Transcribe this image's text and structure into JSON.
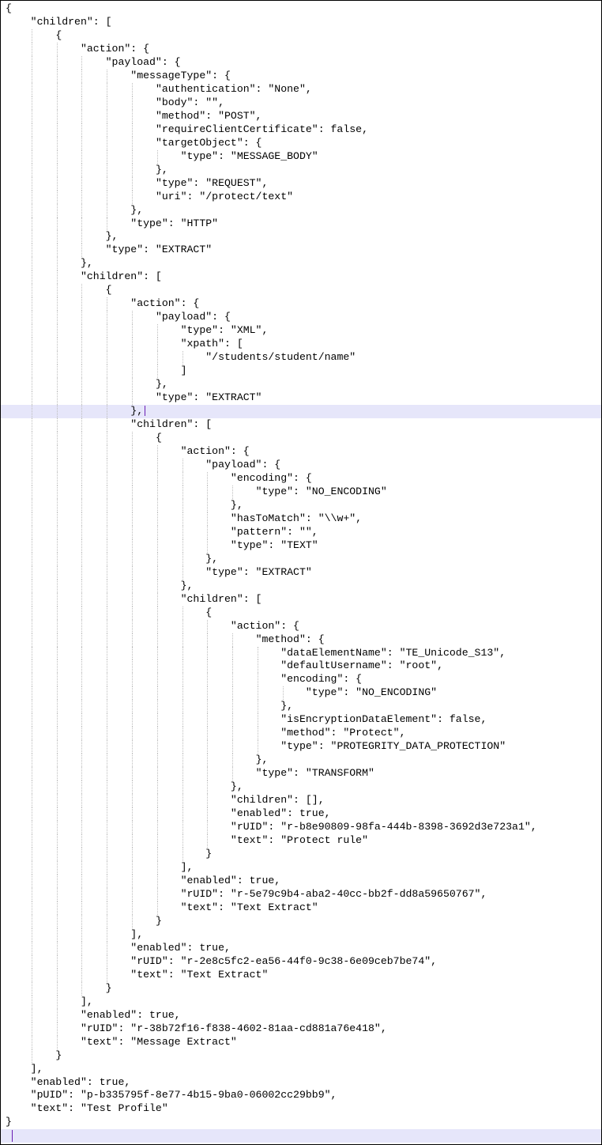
{
  "editor": {
    "highlight_color": "#e6e6fa",
    "caret_color": "#6a1cb4",
    "lines": [
      {
        "text": "{",
        "indent": 0
      },
      {
        "text": "\"children\": [",
        "indent": 1
      },
      {
        "text": "{",
        "indent": 2
      },
      {
        "text": "\"action\": {",
        "indent": 3
      },
      {
        "text": "\"payload\": {",
        "indent": 4
      },
      {
        "text": "\"messageType\": {",
        "indent": 5
      },
      {
        "text": "\"authentication\": \"None\",",
        "indent": 6
      },
      {
        "text": "\"body\": \"\",",
        "indent": 6
      },
      {
        "text": "\"method\": \"POST\",",
        "indent": 6
      },
      {
        "text": "\"requireClientCertificate\": false,",
        "indent": 6
      },
      {
        "text": "\"targetObject\": {",
        "indent": 6
      },
      {
        "text": "\"type\": \"MESSAGE_BODY\"",
        "indent": 7
      },
      {
        "text": "},",
        "indent": 6
      },
      {
        "text": "\"type\": \"REQUEST\",",
        "indent": 6
      },
      {
        "text": "\"uri\": \"/protect/text\"",
        "indent": 6
      },
      {
        "text": "},",
        "indent": 5
      },
      {
        "text": "\"type\": \"HTTP\"",
        "indent": 5
      },
      {
        "text": "},",
        "indent": 4
      },
      {
        "text": "\"type\": \"EXTRACT\"",
        "indent": 4
      },
      {
        "text": "},",
        "indent": 3
      },
      {
        "text": "\"children\": [",
        "indent": 3
      },
      {
        "text": "{",
        "indent": 4
      },
      {
        "text": "\"action\": {",
        "indent": 5
      },
      {
        "text": "\"payload\": {",
        "indent": 6
      },
      {
        "text": "\"type\": \"XML\",",
        "indent": 7
      },
      {
        "text": "\"xpath\": [",
        "indent": 7
      },
      {
        "text": "\"/students/student/name\"",
        "indent": 8
      },
      {
        "text": "]",
        "indent": 7
      },
      {
        "text": "},",
        "indent": 6
      },
      {
        "text": "\"type\": \"EXTRACT\"",
        "indent": 6
      },
      {
        "text": "},",
        "indent": 5,
        "highlight": true,
        "caret_after": true
      },
      {
        "text": "\"children\": [",
        "indent": 5
      },
      {
        "text": "{",
        "indent": 6
      },
      {
        "text": "\"action\": {",
        "indent": 7
      },
      {
        "text": "\"payload\": {",
        "indent": 8
      },
      {
        "text": "\"encoding\": {",
        "indent": 9
      },
      {
        "text": "\"type\": \"NO_ENCODING\"",
        "indent": 10
      },
      {
        "text": "},",
        "indent": 9
      },
      {
        "text": "\"hasToMatch\": \"\\\\w+\",",
        "indent": 9
      },
      {
        "text": "\"pattern\": \"\",",
        "indent": 9
      },
      {
        "text": "\"type\": \"TEXT\"",
        "indent": 9
      },
      {
        "text": "},",
        "indent": 8
      },
      {
        "text": "\"type\": \"EXTRACT\"",
        "indent": 8
      },
      {
        "text": "},",
        "indent": 7
      },
      {
        "text": "\"children\": [",
        "indent": 7
      },
      {
        "text": "{",
        "indent": 8
      },
      {
        "text": "\"action\": {",
        "indent": 9
      },
      {
        "text": "\"method\": {",
        "indent": 10
      },
      {
        "text": "\"dataElementName\": \"TE_Unicode_S13\",",
        "indent": 11
      },
      {
        "text": "\"defaultUsername\": \"root\",",
        "indent": 11
      },
      {
        "text": "\"encoding\": {",
        "indent": 11
      },
      {
        "text": "\"type\": \"NO_ENCODING\"",
        "indent": 12
      },
      {
        "text": "},",
        "indent": 11
      },
      {
        "text": "\"isEncryptionDataElement\": false,",
        "indent": 11
      },
      {
        "text": "\"method\": \"Protect\",",
        "indent": 11
      },
      {
        "text": "\"type\": \"PROTEGRITY_DATA_PROTECTION\"",
        "indent": 11
      },
      {
        "text": "},",
        "indent": 10
      },
      {
        "text": "\"type\": \"TRANSFORM\"",
        "indent": 10
      },
      {
        "text": "},",
        "indent": 9
      },
      {
        "text": "\"children\": [],",
        "indent": 9
      },
      {
        "text": "\"enabled\": true,",
        "indent": 9
      },
      {
        "text": "\"rUID\": \"r-b8e90809-98fa-444b-8398-3692d3e723a1\",",
        "indent": 9
      },
      {
        "text": "\"text\": \"Protect rule\"",
        "indent": 9
      },
      {
        "text": "}",
        "indent": 8
      },
      {
        "text": "],",
        "indent": 7
      },
      {
        "text": "\"enabled\": true,",
        "indent": 7
      },
      {
        "text": "\"rUID\": \"r-5e79c9b4-aba2-40cc-bb2f-dd8a59650767\",",
        "indent": 7
      },
      {
        "text": "\"text\": \"Text Extract\"",
        "indent": 7
      },
      {
        "text": "}",
        "indent": 6
      },
      {
        "text": "],",
        "indent": 5
      },
      {
        "text": "\"enabled\": true,",
        "indent": 5
      },
      {
        "text": "\"rUID\": \"r-2e8c5fc2-ea56-44f0-9c38-6e09ceb7be74\",",
        "indent": 5
      },
      {
        "text": "\"text\": \"Text Extract\"",
        "indent": 5
      },
      {
        "text": "}",
        "indent": 4
      },
      {
        "text": "],",
        "indent": 3
      },
      {
        "text": "\"enabled\": true,",
        "indent": 3
      },
      {
        "text": "\"rUID\": \"r-38b72f16-f838-4602-81aa-cd881a76e418\",",
        "indent": 3
      },
      {
        "text": "\"text\": \"Message Extract\"",
        "indent": 3
      },
      {
        "text": "}",
        "indent": 2
      },
      {
        "text": "],",
        "indent": 1
      },
      {
        "text": "\"enabled\": true,",
        "indent": 1
      },
      {
        "text": "\"pUID\": \"p-b335795f-8e77-4b15-9ba0-06002cc29bb9\",",
        "indent": 1
      },
      {
        "text": "\"text\": \"Test Profile\"",
        "indent": 1
      },
      {
        "text": "}",
        "indent": 0
      },
      {
        "text": "",
        "indent": 0,
        "highlight": true,
        "caret_start": true
      }
    ]
  }
}
